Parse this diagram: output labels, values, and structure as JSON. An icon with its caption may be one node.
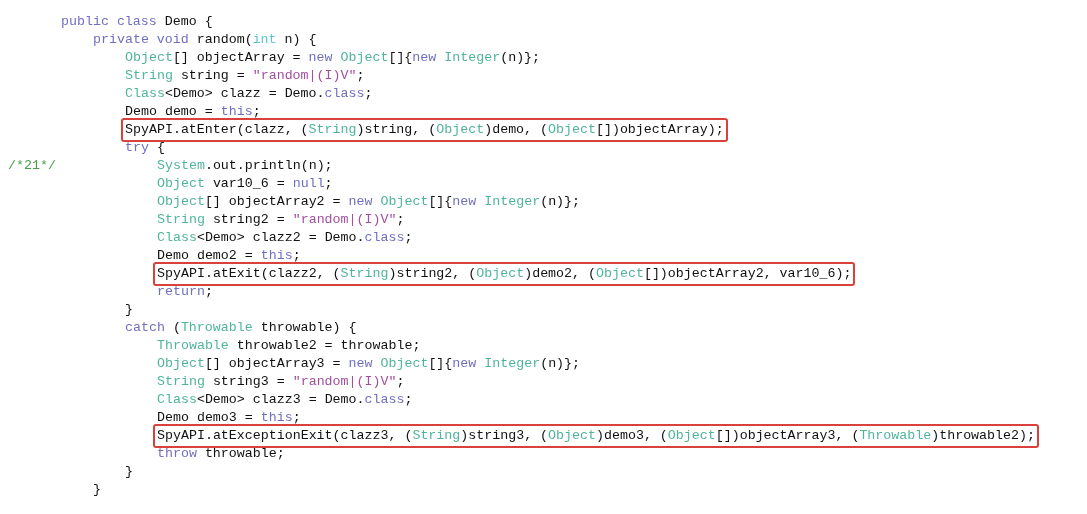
{
  "diagram": {
    "nodes": [
      {
        "text": [
          "SpyAPI.atEnter(clazz, (String)string, (Object)demo, (Object[])objectArray);"
        ]
      },
      {
        "text": [
          "SpyAPI.atExit(clazz2, (String)string2, (Object)demo2, (Object[])objectArray2, var10_6);"
        ]
      },
      {
        "text": [
          "SpyAPI.atExceptionExit(clazz3, (String)string3, (Object)demo3, (Object[])objectArray3, (Throwable)throwable2);"
        ]
      }
    ],
    "labels": [
      "public class Demo {",
      "private void random(int n) {",
      "Object[] objectArray = new Object[]{new Integer(n)};",
      "String string = \"random|(I)V\";",
      "Class<Demo> clazz = Demo.class;",
      "Demo demo = this;",
      "try {",
      "/*21*/",
      "System.out.println(n);",
      "Object var10_6 = null;",
      "Object[] objectArray2 = new Object[]{new Integer(n)};",
      "String string2 = \"random|(I)V\";",
      "Class<Demo> clazz2 = Demo.class;",
      "Demo demo2 = this;",
      "return;",
      "}",
      "catch (Throwable throwable) {",
      "Throwable throwable2 = throwable;",
      "Object[] objectArray3 = new Object[]{new Integer(n)};",
      "String string3 = \"random|(I)V\";",
      "Class<Demo> clazz3 = Demo.class;",
      "Demo demo3 = this;",
      "throw throwable;",
      "}",
      "}"
    ]
  }
}
